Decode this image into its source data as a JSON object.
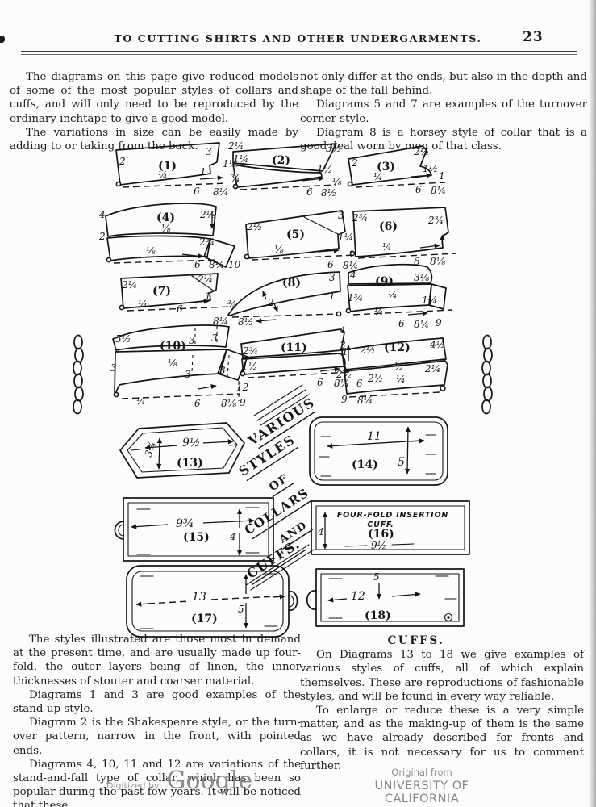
{
  "header": {
    "title": "TO CUTTING SHIRTS AND OTHER UNDERGARMENTS.",
    "page_number": "23"
  },
  "intro_left": {
    "p1": "The diagrams on this page give reduced models of some of the most popular styles of collars and cuffs, and will only need to be reproduced by the ordinary inchtape to give a good model.",
    "p2": "The variations in size can be easily made by adding to or taking from the back."
  },
  "intro_right": {
    "p1": "not only differ at the ends, but also in the depth and shape of the fall behind.",
    "p2": "Diagrams 5 and 7 are examples of the turnover corner style.",
    "p3": "Diagram 8 is a horsey style of collar that is a good deal worn by men of that class."
  },
  "bottom_left": {
    "p1": "The styles illustrated are those most in demand at the present time, and are usually made up four-fold, the outer layers being of linen, the inner thicknesses of stouter and coarser material.",
    "p2": "Diagrams 1 and 3 are good examples of the stand-up style.",
    "p3": "Diagram 2 is the Shakespeare style, or the turn-over pattern, narrow in the front, with pointed ends.",
    "p4": "Diagrams 4, 10, 11 and 12 are variations of the stand-and-fall type of collar, which has been so popular during the past few years.  It will be noticed that these"
  },
  "bottom_right": {
    "heading": "CUFFS.",
    "p1": "On Diagrams 13 to 18 we give examples of various styles of cuffs, all of which explain themselves.  These are reproductions of fashionable styles, and will be found in every way reliable.",
    "p2": "To enlarge or reduce these is a very simple matter, and as the making-up of them is the same as we have already described for fronts and collars, it is not necessary for us to comment further."
  },
  "decoration": {
    "banner": [
      "VARIOUS",
      "STYLES",
      "OF",
      "COLLARS",
      "AND",
      "CUFFS."
    ]
  },
  "diagrams": {
    "d1": {
      "num": "(1)",
      "m": [
        "2",
        "3",
        "¼",
        "1",
        "1⅛",
        "¾",
        "6",
        "8¼"
      ]
    },
    "d2": {
      "num": "(2)",
      "m": [
        "2¼",
        "1¼",
        "3½",
        "1½",
        "⅛",
        "6",
        "8½"
      ]
    },
    "d3": {
      "num": "(3)",
      "m": [
        "2",
        "2½",
        "1½",
        "¼",
        "1",
        "6",
        "8¼"
      ]
    },
    "d4": {
      "num": "(4)",
      "m": [
        "4",
        "⅛",
        "2⅛",
        "2",
        "2¾",
        "⅛",
        "6",
        "8¼",
        "10"
      ]
    },
    "d5": {
      "num": "(5)",
      "m": [
        "2½",
        "3",
        "1¼",
        "⅛",
        "1",
        "6",
        "8¼"
      ]
    },
    "d6": {
      "num": "(6)",
      "m": [
        "2¾",
        "2¾",
        "¼",
        "6",
        "8⅛"
      ]
    },
    "d7": {
      "num": "(7)",
      "m": [
        "2¼",
        "2¼",
        "1",
        "¼",
        "6",
        "¾",
        "8¼"
      ]
    },
    "d8": {
      "num": "(8)",
      "m": [
        "3",
        "1",
        "2",
        "8½"
      ]
    },
    "d9": {
      "num": "(9)",
      "m": [
        "4",
        "3⅛",
        "1¾",
        "¼",
        "1¾",
        "¼",
        "6",
        "8¼",
        "9"
      ]
    },
    "d10": {
      "num": "(10)",
      "m": [
        "5½",
        "3",
        "3",
        "3",
        "⅛",
        "3",
        "3",
        "12",
        "¼",
        "6",
        "8⅛",
        "9"
      ]
    },
    "d11": {
      "num": "(11)",
      "m": [
        "2¾",
        "4",
        "1",
        "1½",
        "6",
        "8¼"
      ]
    },
    "d12": {
      "num": "(12)",
      "m": [
        "3",
        "2½",
        "4½",
        "2½",
        "½",
        "2¼",
        "2½",
        "¼",
        "6",
        "9",
        "8¼"
      ]
    },
    "d13": {
      "num": "(13)",
      "m": [
        "3¾",
        "9½"
      ]
    },
    "d14": {
      "num": "(14)",
      "m": [
        "11",
        "5"
      ]
    },
    "d15": {
      "num": "(15)",
      "m": [
        "9¾",
        "4"
      ]
    },
    "d16": {
      "num": "(16)",
      "m": [
        "4",
        "9½"
      ],
      "caption1": "FOUR-FOLD INSERTION",
      "caption2": "CUFF."
    },
    "d17": {
      "num": "(17)",
      "m": [
        "13",
        "5"
      ]
    },
    "d18": {
      "num": "(18)",
      "m": [
        "5",
        "12"
      ]
    }
  },
  "footer": {
    "digitized_by": "Digitized by",
    "google": "Google",
    "original_from": "Original from",
    "university": "UNIVERSITY OF CALIFORNIA"
  }
}
